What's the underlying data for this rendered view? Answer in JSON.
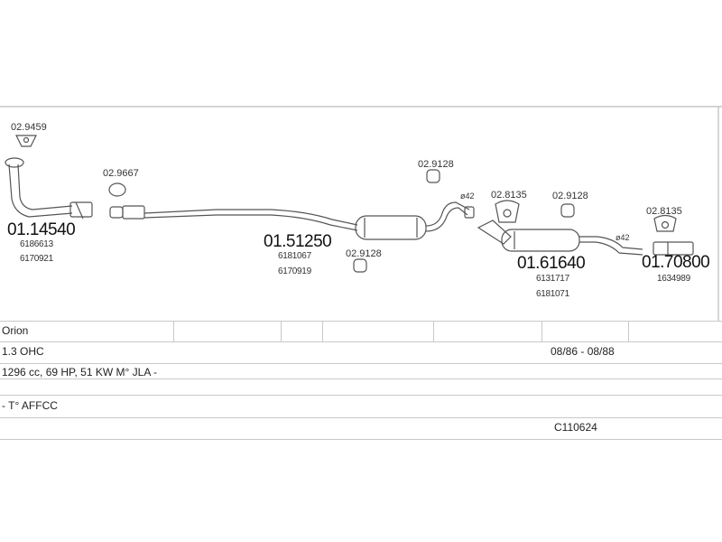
{
  "parts": {
    "p1": {
      "code": "01.14540",
      "refs": [
        "6186613",
        "6170921"
      ],
      "clamp": "02.9459"
    },
    "p1_gasket": "02.9667",
    "p2": {
      "code": "01.51250",
      "refs": [
        "6181067",
        "6170919"
      ],
      "mount": "02.9128"
    },
    "mount_top": "02.9128",
    "dia_a": "ø42",
    "p3": {
      "code": "01.61640",
      "refs": [
        "6131717",
        "6181071"
      ],
      "clamp": "02.8135",
      "mount": "02.9128"
    },
    "dia_b": "ø42",
    "p4": {
      "code": "01.70800",
      "refs": [
        "1634989"
      ],
      "clamp": "02.8135"
    }
  },
  "info_table": {
    "model": "Orion",
    "engine": "1.3 OHC",
    "dates": "08/86 - 08/88",
    "spec": "1296 cc, 69 HP, 51 KW M° JLA -",
    "options": "- T° AFFCC",
    "catalog": "C110624"
  },
  "colors": {
    "line": "#555555",
    "grid": "#c9c9c9",
    "text": "#222222"
  }
}
